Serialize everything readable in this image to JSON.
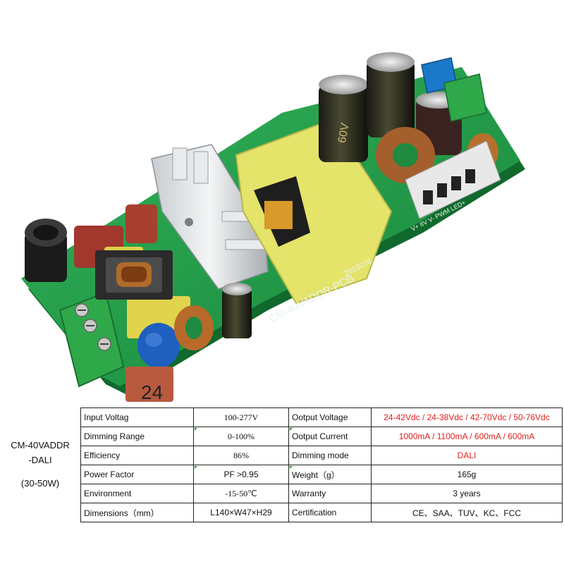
{
  "product": {
    "model_line1": "CM-40VADDR",
    "model_line2": "-DALI",
    "power_range": "(30-50W)"
  },
  "board": {
    "silkscreen_name": "CM-40VADDR-PCB",
    "silkscreen_date": "2016036",
    "capacitor_text": "60V",
    "terminal_labels": "V+  6V  V-  PWM  LED+",
    "corner_tag": "24"
  },
  "specs": {
    "rows": [
      {
        "l1": "Input Voltag",
        "v1": "100-277V",
        "l2": "Ootput Voltage",
        "v2": "24-42Vdc / 24-38Vdc / 42-70Vdc / 50-76Vdc"
      },
      {
        "l1": "Dimming Range",
        "v1": "0-100%",
        "l2": "Ootput Current",
        "v2": "1000mA / 1100mA / 600mA / 600mA"
      },
      {
        "l1": "Efficiency",
        "v1": "86%",
        "l2": "Dimming mode",
        "v2": "DALI"
      },
      {
        "l1": "Power Factor",
        "v1": "PF >0.95",
        "l2": "Weight（g）",
        "v2": "165g"
      },
      {
        "l1": "Environment",
        "v1": "-15-50℃",
        "l2": "Warranty",
        "v2": "3 years"
      },
      {
        "l1": "Dimensions（mm）",
        "v1": "L140×W47×H29",
        "l2": "Certification",
        "v2": "CE、SAA、TUV、KC、FCC"
      }
    ]
  },
  "colors": {
    "pcb": "#1f9a45",
    "highlight_red": "#e0201c",
    "terminal_green": "#2fa84a",
    "terminal_blue": "#1a78c8",
    "transformer_yellow": "#e4e36a"
  }
}
